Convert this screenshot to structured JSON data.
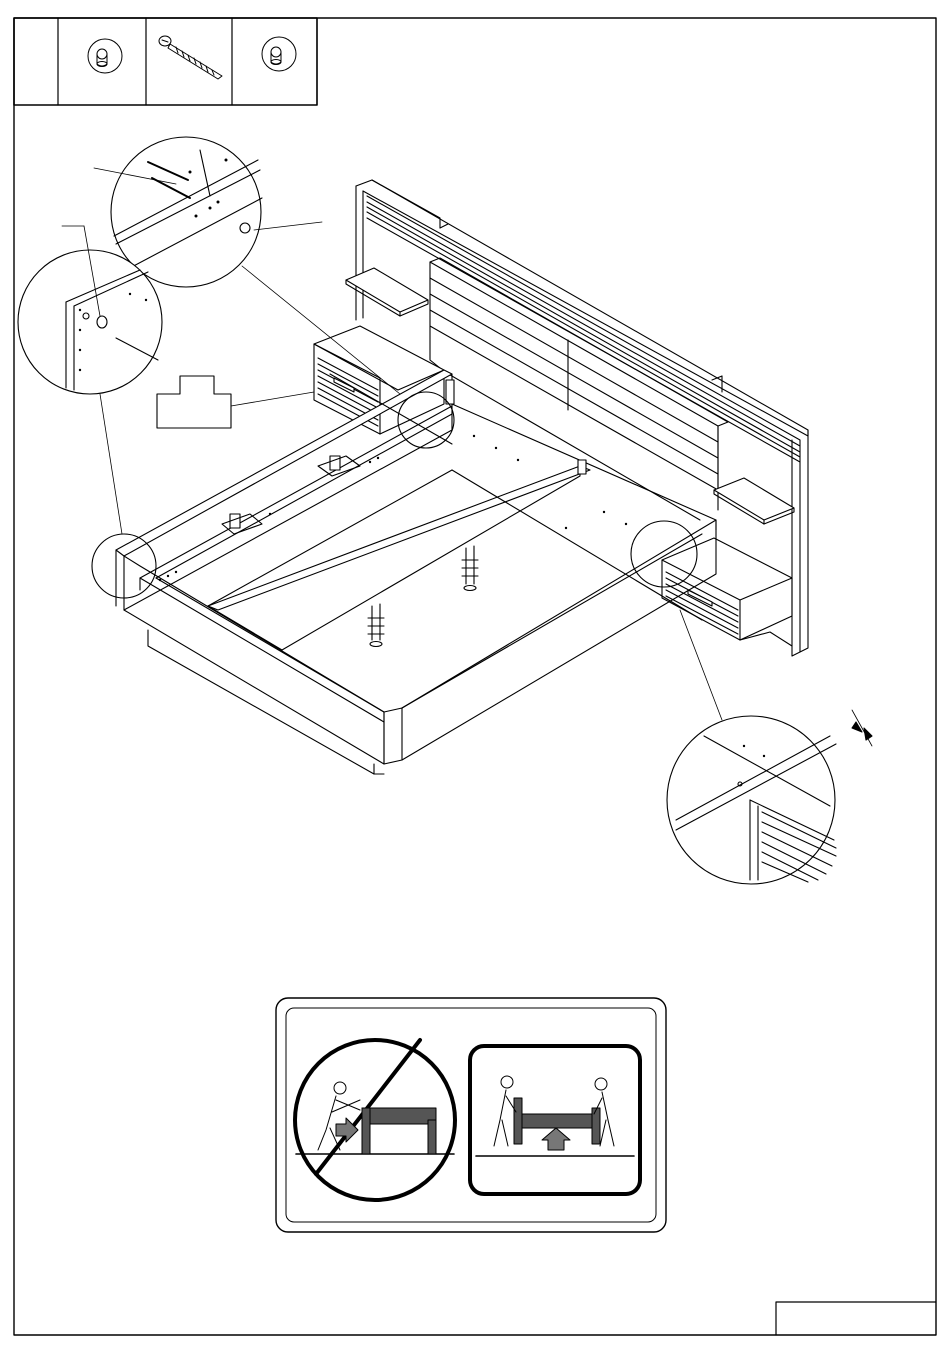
{
  "page": {
    "step_number": "",
    "page_number": ""
  },
  "hardware_parts": [
    {
      "name": "wooden-dowel",
      "icon": "dowel-icon",
      "quantity": ""
    },
    {
      "name": "wood-screw",
      "icon": "screw-icon",
      "quantity": ""
    },
    {
      "name": "wooden-dowel",
      "icon": "dowel-icon",
      "quantity": ""
    }
  ],
  "illustration": {
    "subject": "bed-frame-with-headboard-and-floating-nightstands",
    "callouts": [
      "dowel-screw-detail",
      "side-rail-joint-detail",
      "nightstand-gap-detail"
    ]
  },
  "safety_panel": {
    "incorrect_icon": "no-push-icon",
    "correct_icon": "lift-icon"
  },
  "colors": {
    "line": "#000000",
    "paper": "#ffffff",
    "panel_fill": "#555555",
    "arrow_fill": "#7a7a7a"
  }
}
